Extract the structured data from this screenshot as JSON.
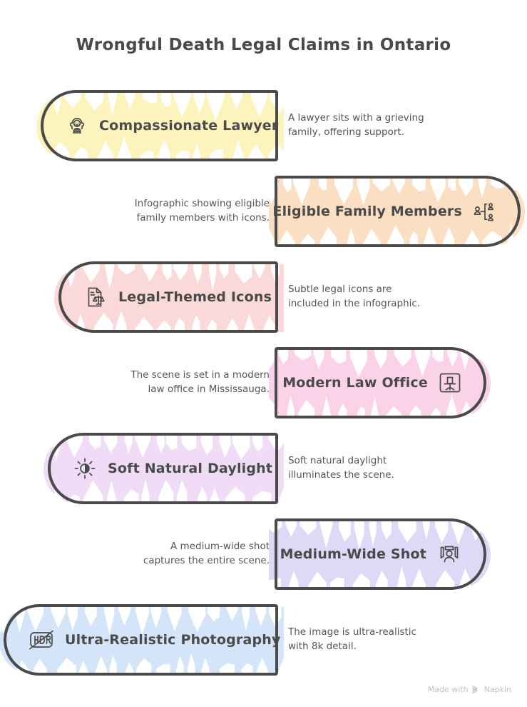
{
  "page": {
    "title": "Wrongful Death Legal Claims in Ontario",
    "background": "#ffffff",
    "outline_color": "#4a4a4a",
    "text_color": "#4a4a4a",
    "desc_color": "#555555"
  },
  "footer": {
    "made_with": "Made with",
    "brand": "Napkin",
    "logo_icon": "napkin-chevrons-icon"
  },
  "rows": [
    {
      "label": "Compassionate Lawyer",
      "description": "A lawyer sits with a grieving\nfamily, offering support.",
      "color": "#fcf3bd",
      "side": "left",
      "icon": "lawyer-wig-icon"
    },
    {
      "label": "Eligible Family Members",
      "description": "Infographic showing eligible\nfamily members with icons.",
      "color": "#fbdfc3",
      "side": "right",
      "icon": "family-hierarchy-icon"
    },
    {
      "label": "Legal-Themed Icons",
      "description": "Subtle legal icons are\nincluded in the infographic.",
      "color": "#fbd9d9",
      "side": "left",
      "icon": "document-scales-icon"
    },
    {
      "label": "Modern Law Office",
      "description": "The scene is set in a modern\nlaw office in Mississauga.",
      "color": "#fbd3e8",
      "side": "right",
      "icon": "office-chair-icon"
    },
    {
      "label": "Soft Natural Daylight",
      "description": "Soft natural daylight\nilluminates the scene.",
      "color": "#f0dcf7",
      "side": "left",
      "icon": "brightness-sun-icon"
    },
    {
      "label": "Medium-Wide Shot",
      "description": "A medium-wide shot\ncaptures the entire scene.",
      "color": "#ded9f7",
      "side": "right",
      "icon": "wide-shot-frame-icon"
    },
    {
      "label": "Ultra-Realistic Photography",
      "description": "The image is ultra-realistic\nwith 8k detail.",
      "color": "#d5e5f9",
      "side": "left",
      "icon": "hdr-off-icon"
    }
  ]
}
